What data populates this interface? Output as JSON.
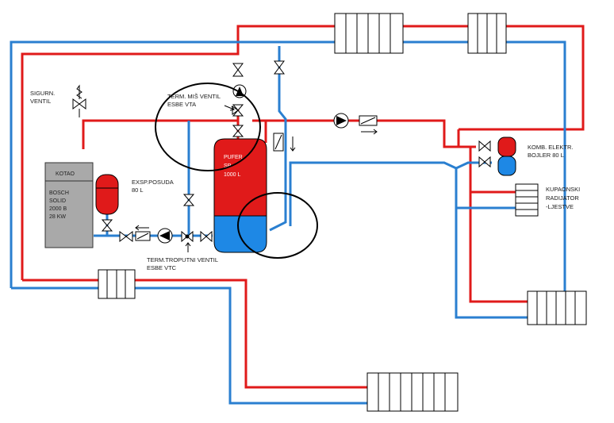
{
  "colors": {
    "hot_pipe": "#e01a1a",
    "cold_pipe": "#2a7fd0",
    "boiler": "#a9a9a9",
    "tank_hot": "#e01a1a",
    "tank_cold": "#1e88e5"
  },
  "labels": {
    "safety_valve": [
      "SIGURN.",
      "VENTIL"
    ],
    "mixing_valve": [
      "TERM. MIŠ VENTIL",
      "ESBE VTA"
    ],
    "expansion_vessel": [
      "EXSP.POSUDA",
      "80 L"
    ],
    "boiler_title": "KOTAO",
    "boiler_spec": [
      "BOSCH",
      "SOLID",
      "2000 B",
      "28 KW"
    ],
    "buffer": [
      "PUFER",
      "SP",
      "1000 L"
    ],
    "three_way_valve": [
      "TERM.TROPUTNI VENTIL",
      "ESBE VTC"
    ],
    "combi_boiler": [
      "KOMB. ELEKTR.",
      "BOJLER 80 L"
    ],
    "bathroom_radiator": [
      "KUPAONSKI",
      "RADIJATOR",
      "-LJESTVE"
    ]
  },
  "icons": [
    "radiator-icon",
    "valve-icon",
    "pump-icon",
    "filter-icon",
    "check-valve-icon",
    "flow-arrow-icon",
    "safety-valve-icon",
    "annotation-circle"
  ]
}
